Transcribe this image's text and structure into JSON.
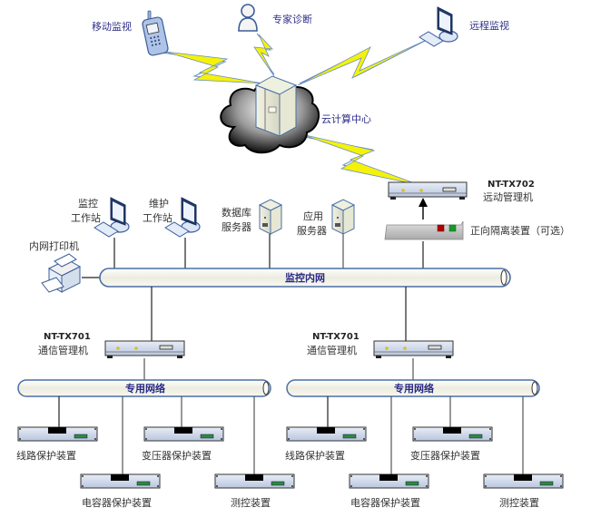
{
  "top": {
    "mobile_label": "移动监视",
    "expert_label": "专家诊断",
    "remote_label": "远程监视",
    "cloud_label": "云计算中心"
  },
  "remote_manager": {
    "model": "NT-TX702",
    "name": "远动管理机"
  },
  "isolator": {
    "label": "正向隔离装置（可选）"
  },
  "lan": {
    "bus_label": "监控内网",
    "printer_label": "内网打印机",
    "monitor_ws": [
      "监控",
      "工作站"
    ],
    "maint_ws": [
      "维护",
      "工作站"
    ],
    "db_server": [
      "数据库",
      "服务器"
    ],
    "app_server": [
      "应用",
      "服务器"
    ]
  },
  "segments": [
    {
      "comm_model": "NT-TX701",
      "comm_name": "通信管理机",
      "bus_label": "专用网络",
      "devices": [
        "线路保护装置",
        "变压器保护装置",
        "电容器保护装置",
        "测控装置"
      ]
    },
    {
      "comm_model": "NT-TX701",
      "comm_name": "通信管理机",
      "bus_label": "专用网络",
      "devices": [
        "线路保护装置",
        "变压器保护装置",
        "电容器保护装置",
        "测控装置"
      ]
    }
  ],
  "colors": {
    "bolt": "#f5f20a",
    "bus_stroke": "#4a6fa5",
    "bus_fill": "#f3f3ea",
    "device_fill": "#c9d3e6",
    "led_red": "#b00000",
    "led_green": "#1a9a1a"
  }
}
